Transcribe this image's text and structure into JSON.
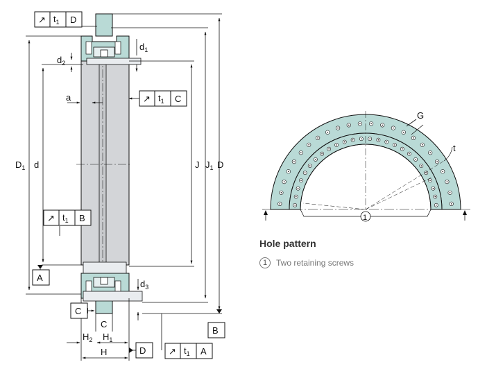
{
  "tolerance_frames": {
    "top": {
      "symbol": "↗",
      "tol": "t",
      "tol_sub": "1",
      "datum": "D"
    },
    "inner": {
      "symbol": "↗",
      "tol": "t",
      "tol_sub": "1",
      "datum": "C"
    },
    "bore": {
      "symbol": "↗",
      "tol": "t",
      "tol_sub": "1",
      "datum": "B"
    },
    "bottom": {
      "symbol": "↗",
      "tol": "t",
      "tol_sub": "1",
      "datum": "A"
    }
  },
  "datums": {
    "A": "A",
    "B": "B",
    "C": "C",
    "D": "D"
  },
  "dimensions": {
    "d1": {
      "main": "d",
      "sub": "1"
    },
    "d2": {
      "main": "d",
      "sub": "2"
    },
    "d3": {
      "main": "d",
      "sub": "3"
    },
    "a": "a",
    "D1": {
      "main": "D",
      "sub": "1"
    },
    "d": "d",
    "J": "J",
    "J1": {
      "main": "J",
      "sub": "1"
    },
    "D": "D",
    "C": "C",
    "H": "H",
    "H1": {
      "main": "H",
      "sub": "1"
    },
    "H2": {
      "main": "H",
      "sub": "2"
    }
  },
  "hole_pattern": {
    "G_label": "G",
    "t_label": "t",
    "marker": "1"
  },
  "caption": {
    "title": "Hole pattern",
    "legend": [
      {
        "number": "1",
        "text": "Two retaining screws"
      }
    ]
  },
  "colors": {
    "bearing_fill": "#b9dad6",
    "body_fill": "#d3d5d8",
    "line": "#111111"
  }
}
